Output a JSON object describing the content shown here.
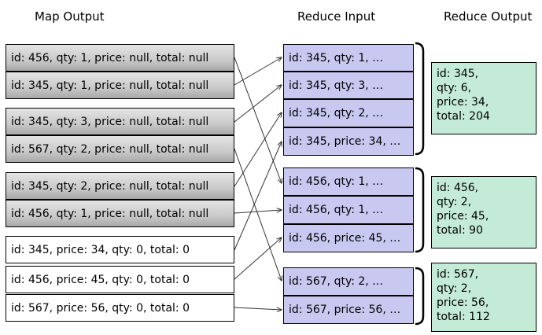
{
  "headers": {
    "map_output": "Map Output",
    "reduce_input": "Reduce Input",
    "reduce_output": "Reduce Output"
  },
  "map_output": [
    "id: 456, qty: 1, price: null, total: null",
    "id: 345, qty: 1, price: null, total: null",
    "id: 345, qty: 3, price: null, total: null",
    "id: 567, qty: 2, price: null, total: null",
    "id: 345, qty: 2, price: null, total: null",
    "id: 456, qty: 1, price: null, total: null",
    "id: 345, price: 34, qty: 0, total: 0",
    "id: 456, price: 45, qty: 0, total: 0",
    "id: 567, price: 56, qty: 0, total: 0"
  ],
  "reduce_input": [
    "id: 345, qty: 1, …",
    "id: 345, qty: 3, …",
    "id: 345, qty: 2, …",
    "id: 345, price: 34, …",
    "id: 456, qty: 1, …",
    "id: 456, qty: 1, …",
    "id: 456, price: 45, …",
    "id: 567, qty: 2, …",
    "id: 567, price: 56, …"
  ],
  "reduce_output": [
    [
      "id: 345,",
      "qty: 6,",
      "price: 34,",
      "total: 204"
    ],
    [
      "id: 456,",
      "qty: 2,",
      "price: 45,",
      "total: 90"
    ],
    [
      "id: 567,",
      "qty: 2,",
      "price: 56,",
      "total: 112"
    ]
  ],
  "colors": {
    "map_record_fill": "#c9c9c9",
    "price_record_fill": "#ffffff",
    "reduce_input_fill": "#c8c8f0",
    "reduce_output_fill": "#c4ebd8"
  }
}
